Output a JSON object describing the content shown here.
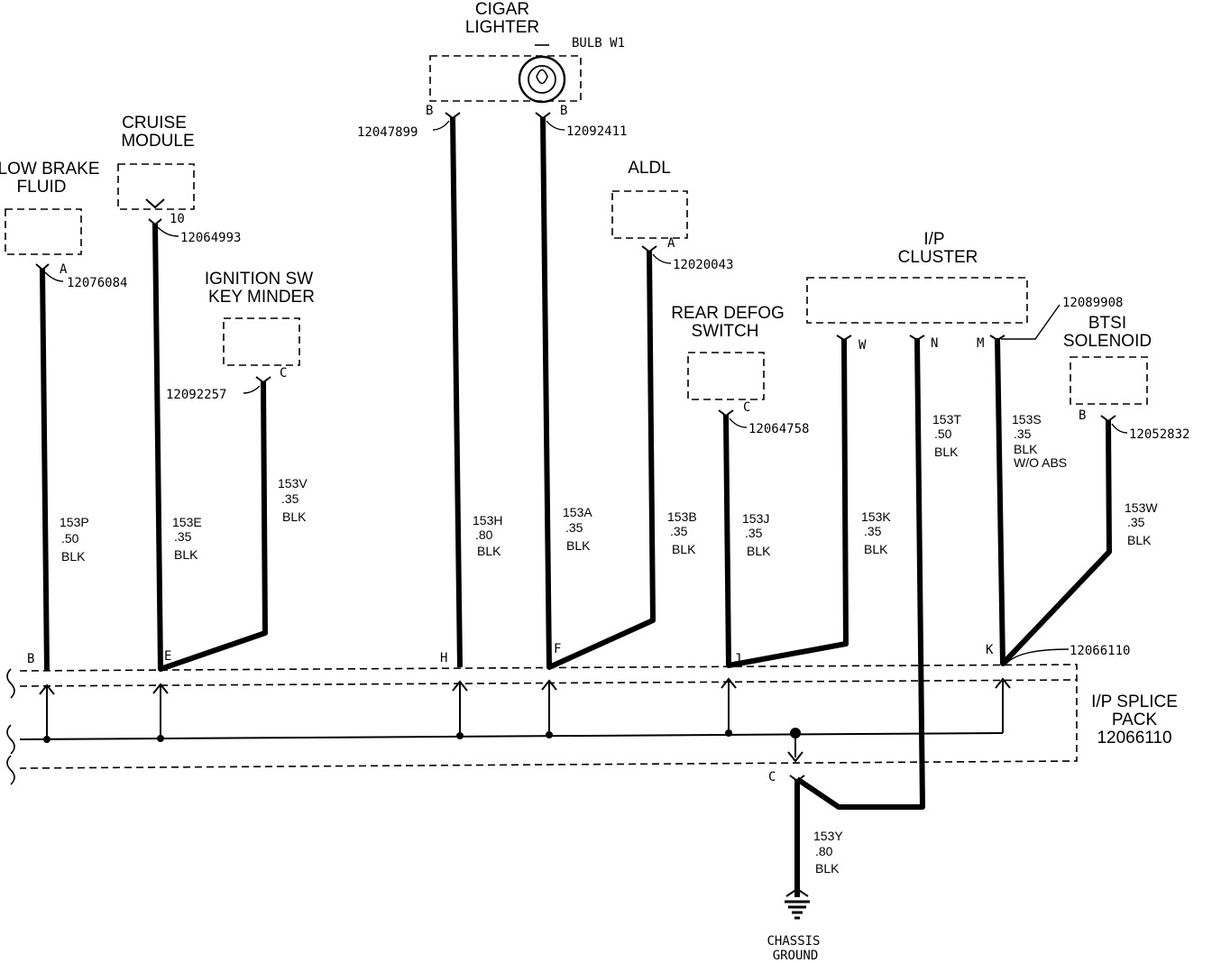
{
  "components": {
    "cigar_lighter": [
      "CIGAR",
      "LIGHTER"
    ],
    "bulb": "BULB W1",
    "cruise_module": [
      "CRUISE",
      "MODULE"
    ],
    "low_brake_fluid": [
      "LOW BRAKE",
      "FLUID"
    ],
    "ignition_sw": [
      "IGNITION SW",
      "KEY MINDER"
    ],
    "aldl": "ALDL",
    "rear_defog": [
      "REAR DEFOG",
      "SWITCH"
    ],
    "ip_cluster": [
      "I/P",
      "CLUSTER"
    ],
    "btsi": [
      "BTSI",
      "SOLENOID"
    ],
    "splice_pack": [
      "I/P SPLICE",
      "PACK",
      "12066110"
    ],
    "chassis_ground": [
      "CHASSIS",
      "GROUND"
    ]
  },
  "connectors": {
    "lowbrake": "12076084",
    "cruise": "12064993",
    "ignition": "12092257",
    "cigar_left": "12047899",
    "cigar_right": "12092411",
    "aldl": "12020043",
    "defog": "12064758",
    "cluster": "12089908",
    "btsi": "12052832",
    "splice": "12066110"
  },
  "pins": {
    "lowbrake": "A",
    "cruise": "10",
    "ignition": "C",
    "cigar_left": "B",
    "cigar_right": "B",
    "aldl": "A",
    "defog": "C",
    "cluster_w": "W",
    "cluster_n": "N",
    "cluster_m": "M",
    "btsi": "B",
    "splice_b": "B",
    "splice_e": "E",
    "splice_h": "H",
    "splice_f": "F",
    "splice_j": "J",
    "splice_k": "K",
    "splice_c": "C"
  },
  "wires": {
    "w153p": [
      "153P",
      ".50",
      "BLK"
    ],
    "w153e": [
      "153E",
      ".35",
      "BLK"
    ],
    "w153v": [
      "153V",
      ".35",
      "BLK"
    ],
    "w153h": [
      "153H",
      ".80",
      "BLK"
    ],
    "w153a": [
      "153A",
      ".35",
      "BLK"
    ],
    "w153b": [
      "153B",
      ".35",
      "BLK"
    ],
    "w153j": [
      "153J",
      ".35",
      "BLK"
    ],
    "w153k": [
      "153K",
      ".35",
      "BLK"
    ],
    "w153t": [
      "153T",
      ".50",
      "BLK"
    ],
    "w153s": [
      "153S",
      ".35",
      "BLK",
      "W/O ABS"
    ],
    "w153w": [
      "153W",
      ".35",
      "BLK"
    ],
    "w153y": [
      "153Y",
      ".80",
      "BLK"
    ]
  }
}
